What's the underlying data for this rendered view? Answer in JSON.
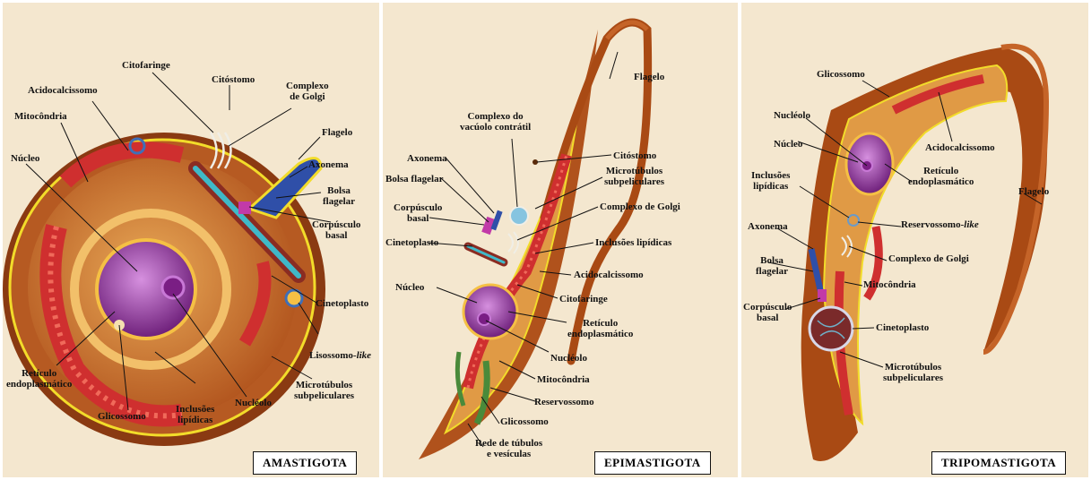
{
  "panels": [
    {
      "title": "AMASTIGOTA",
      "labels": {
        "citofaringe": "Citofaringe",
        "citostomo": "Citóstomo",
        "golgi": "Complexo\nde Golgi",
        "acidocalcissomo": "Acidocalcissomo",
        "mitocondria": "Mitocôndria",
        "flagelo": "Flagelo",
        "nucleo": "Núcleo",
        "axonema": "Axonema",
        "bolsa": "Bolsa\nflagelar",
        "corpusculo": "Corpúsculo\nbasal",
        "cinetoplasto": "Cinetoplasto",
        "lisossomo": "Lisossomo-",
        "lisossomo_em": "like",
        "reticulo": "Retículo\nendoplasmático",
        "microtubulos": "Microtúbulos\nsubpeliculares",
        "glicossomo": "Glicossomo",
        "inclusoes": "Inclusões\nlipídicas",
        "nucleolo": "Nucléolo"
      }
    },
    {
      "title": "EPIMASTIGOTA",
      "labels": {
        "flagelo": "Flagelo",
        "vacuolo": "Complexo do\nvacúolo contrátil",
        "citostomo": "Citóstomo",
        "axonema": "Axonema",
        "microtubulos": "Microtúbulos\nsubpeliculares",
        "bolsa": "Bolsa flagelar",
        "golgi": "Complexo de Golgi",
        "corpusculo": "Corpúsculo\nbasal",
        "cinetoplasto": "Cinetoplasto",
        "inclusoes": "Inclusões lipídicas",
        "acidocalcissomo": "Acidocalcissomo",
        "nucleo": "Núcleo",
        "citofaringe": "Citofaringe",
        "reticulo": "Retículo\nendoplasmático",
        "nucleolo": "Nucléolo",
        "mitocondria": "Mitocôndria",
        "reservossomo": "Reservossomo",
        "glicossomo": "Glicossomo",
        "rede": "Rede de túbulos\ne vesículas"
      }
    },
    {
      "title": "TRIPOMASTIGOTA",
      "labels": {
        "glicossomo": "Glicossomo",
        "nucleolo": "Nucléolo",
        "nucleo": "Núcleo",
        "acidocalcissomo": "Acidocalcissomo",
        "reticulo": "Retículo\nendoplasmático",
        "inclusoes": "Inclusões\nlipídicas",
        "flagelo": "Flagelo",
        "reservossomo": "Reservossomo-",
        "reservossomo_em": "like",
        "axonema": "Axonema",
        "golgi": "Complexo de Golgi",
        "bolsa": "Bolsa\nflagelar",
        "mitocondria": "Mitocôndria",
        "corpusculo": "Corpúsculo\nbasal",
        "cinetoplasto": "Cinetoplasto",
        "microtubulos": "Microtúbulos\nsubpeliculares"
      }
    }
  ],
  "colors": {
    "background": "#f4e7cf",
    "cell_body": "#b0521c",
    "cytoplasm": "#e09a45",
    "membrane": "#f2dc2a",
    "mitochondria": "#cf2f2f",
    "nucleus": "#8a2c92",
    "nucleolus": "#c878d6"
  }
}
